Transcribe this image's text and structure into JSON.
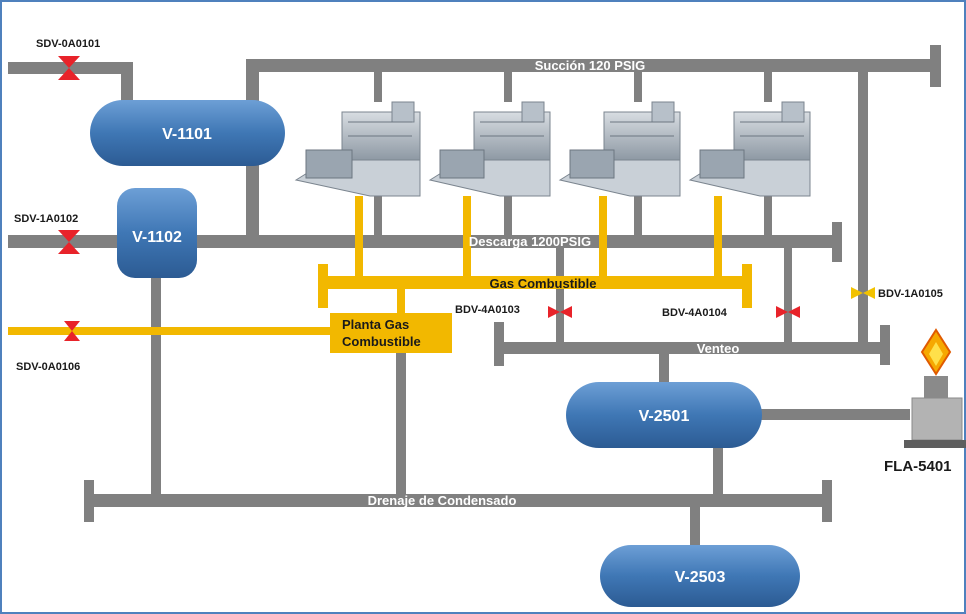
{
  "headers": {
    "suction": "Succión 120 PSIG",
    "discharge": "Descarga  1200PSIG",
    "fuel_gas": "Gas Combustible",
    "vent": "Venteo",
    "drain": "Drenaje de Condensado"
  },
  "vessels": {
    "v1101": "V-1101",
    "v1102": "V-1102",
    "v2501": "V-2501",
    "v2503": "V-2503"
  },
  "valves": {
    "sdv_0a0101": "SDV-0A0101",
    "sdv_1a0102": "SDV-1A0102",
    "sdv_0a0106": "SDV-0A0106",
    "bdv_4a0103": "BDV-4A0103",
    "bdv_4a0104": "BDV-4A0104",
    "bdv_1a0105": "BDV-1A0105"
  },
  "plant": {
    "line1": "Planta Gas",
    "line2": "Combustible"
  },
  "flare": "FLA-5401",
  "colors": {
    "pipe": "#808080",
    "fuel_line": "#f2b800",
    "vessel": "#3f77b5",
    "valve_red": "#e8232a",
    "valve_yellow": "#f2c200",
    "border": "#4f81bd"
  }
}
